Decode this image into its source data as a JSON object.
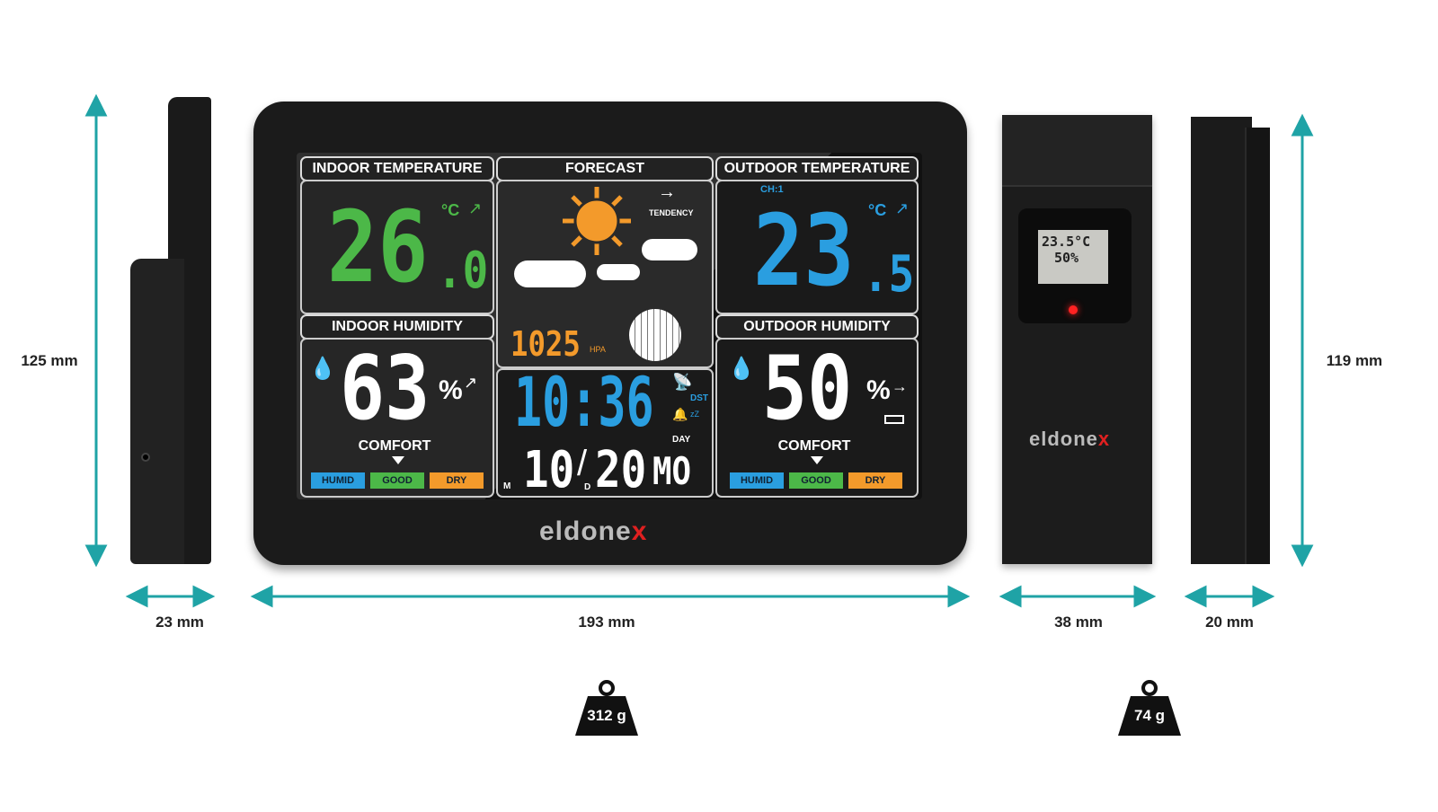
{
  "dimensions": {
    "station_height": "125 mm",
    "station_depth": "23 mm",
    "station_width": "193 mm",
    "sensor_width": "38 mm",
    "sensor_depth": "20 mm",
    "sensor_height": "119 mm"
  },
  "weights": {
    "station": "312 g",
    "sensor": "74 g"
  },
  "brand": {
    "name": "eldone",
    "mark": "x"
  },
  "screen": {
    "indoor_temp": {
      "label": "INDOOR TEMPERATURE",
      "value": "26",
      "decimal": ".0",
      "unit": "°C",
      "trend": "↗"
    },
    "forecast": {
      "label": "FORECAST",
      "tendency_label": "TENDENCY",
      "tendency_arrow": "→",
      "pressure": "1025",
      "pressure_unit": "HPA"
    },
    "outdoor_temp": {
      "label": "OUTDOOR TEMPERATURE",
      "channel": "CH:1",
      "value": "23",
      "decimal": ".5",
      "unit": "°C",
      "trend": "↗"
    },
    "indoor_humidity": {
      "label": "INDOOR HUMIDITY",
      "value": "63",
      "unit": "%",
      "trend": "↗",
      "comfort_label": "COMFORT"
    },
    "outdoor_humidity": {
      "label": "OUTDOOR HUMIDITY",
      "value": "50",
      "unit": "%",
      "trend": "→",
      "comfort_label": "COMFORT"
    },
    "comfort_levels": [
      "HUMID",
      "GOOD",
      "DRY"
    ],
    "clock": {
      "time": "10:36",
      "dst": "DST",
      "zz": "zZ",
      "day_label": "DAY",
      "month_marker": "M",
      "month": "10",
      "day_marker": "D",
      "day": "20",
      "weekday": "MO"
    }
  },
  "sensor_display": {
    "temp": "23.5°C",
    "humidity": "50%"
  },
  "colors": {
    "accent": "#1fa3a6",
    "green": "#4cb848",
    "blue": "#2a9ee0",
    "orange": "#f39a2b"
  }
}
